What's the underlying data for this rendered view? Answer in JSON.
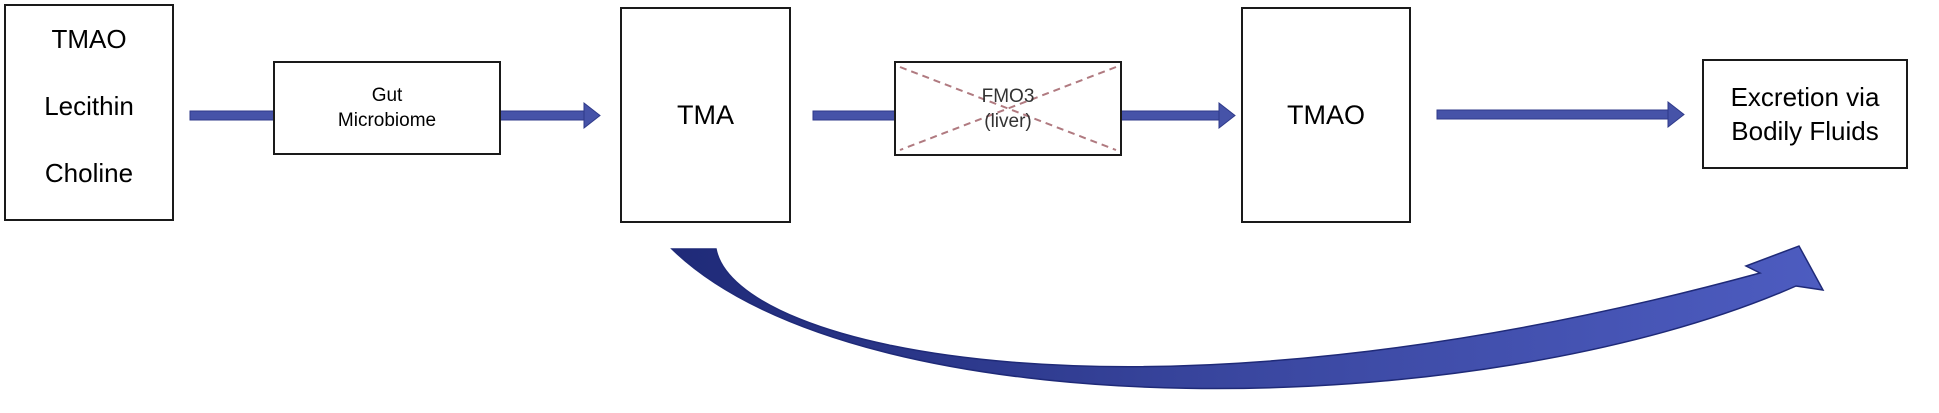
{
  "inputs": {
    "items": [
      "TMAO",
      "Lecithin",
      "Choline"
    ]
  },
  "gut_microbiome": {
    "line1": "Gut",
    "line2": "Microbiome"
  },
  "tma": {
    "label": "TMA"
  },
  "fmo3": {
    "line1": "FMO3",
    "line2": "(liver)",
    "crossed_out": true
  },
  "tmao": {
    "label": "TMAO"
  },
  "excretion": {
    "line1": "Excretion via",
    "line2": "Bodily Fluids"
  },
  "colors": {
    "arrow": "#4653a8",
    "arrow_dark": "#2f3a8a",
    "cross": "#b07a80",
    "border": "#1a1a1a"
  }
}
